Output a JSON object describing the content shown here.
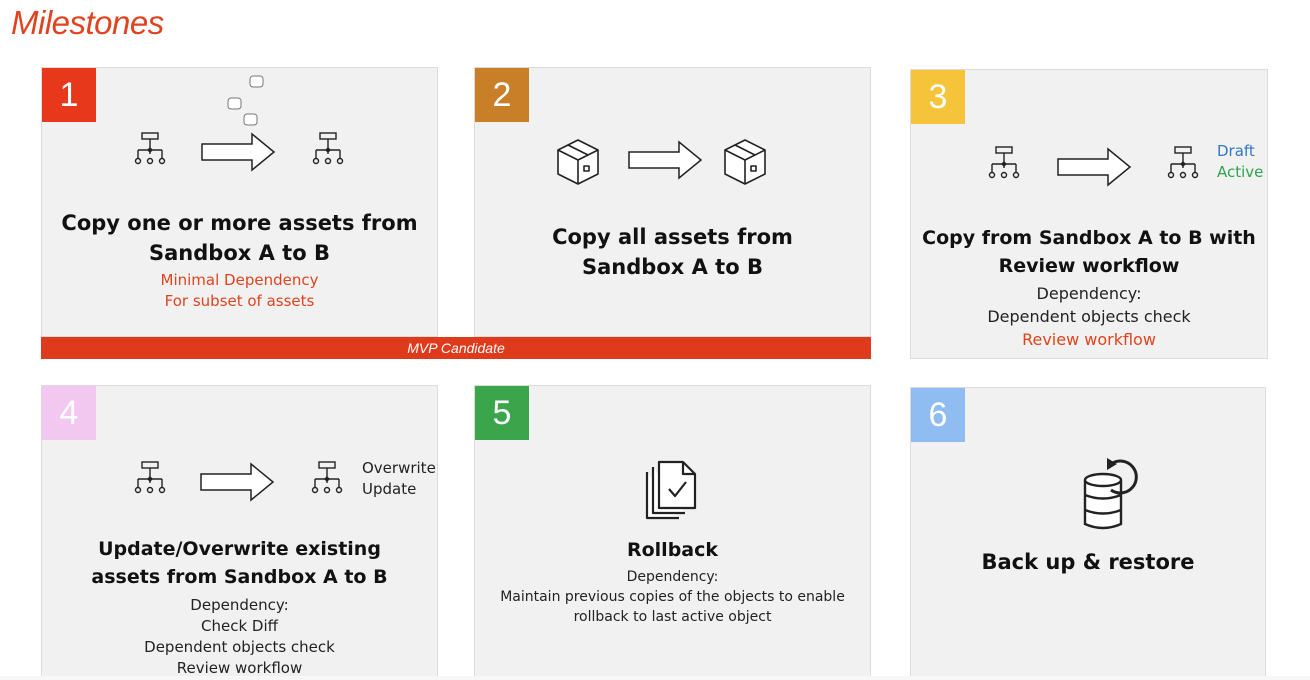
{
  "title": "Milestones",
  "mvp_label": "MVP Candidate",
  "cards": [
    {
      "number": "1",
      "color": "#e8381c",
      "heading": [
        "Copy one or more assets from",
        "Sandbox A to B"
      ],
      "lines": [
        "Minimal Dependency",
        "For subset of assets"
      ]
    },
    {
      "number": "2",
      "color": "#c87f28",
      "heading": [
        "Copy all assets from",
        "Sandbox A to B"
      ],
      "lines": []
    },
    {
      "number": "3",
      "color": "#f5c43a",
      "heading": [
        "Copy from Sandbox A to B with",
        "Review workflow"
      ],
      "lines": [
        "Dependency:",
        "Dependent objects check",
        "Review workflow"
      ],
      "states": [
        "Draft",
        "Active"
      ]
    },
    {
      "number": "4",
      "color": "#f3c8f0",
      "heading": [
        "Update/Overwrite existing",
        "assets from Sandbox A to B"
      ],
      "lines": [
        "Dependency:",
        "Check Diff",
        "Dependent objects check",
        "Review workflow"
      ],
      "modes": [
        "Overwrite",
        "Update"
      ]
    },
    {
      "number": "5",
      "color": "#3aa54a",
      "heading": [
        "Rollback"
      ],
      "lines": [
        "Dependency:",
        "Maintain previous copies of the objects to enable",
        "rollback to last active object"
      ]
    },
    {
      "number": "6",
      "color": "#8fbdf2",
      "heading": [
        "Back up & restore"
      ],
      "lines": []
    }
  ],
  "colors": {
    "accent": "#e0431e",
    "draft": "#2f78c4",
    "active": "#2fa34f"
  }
}
